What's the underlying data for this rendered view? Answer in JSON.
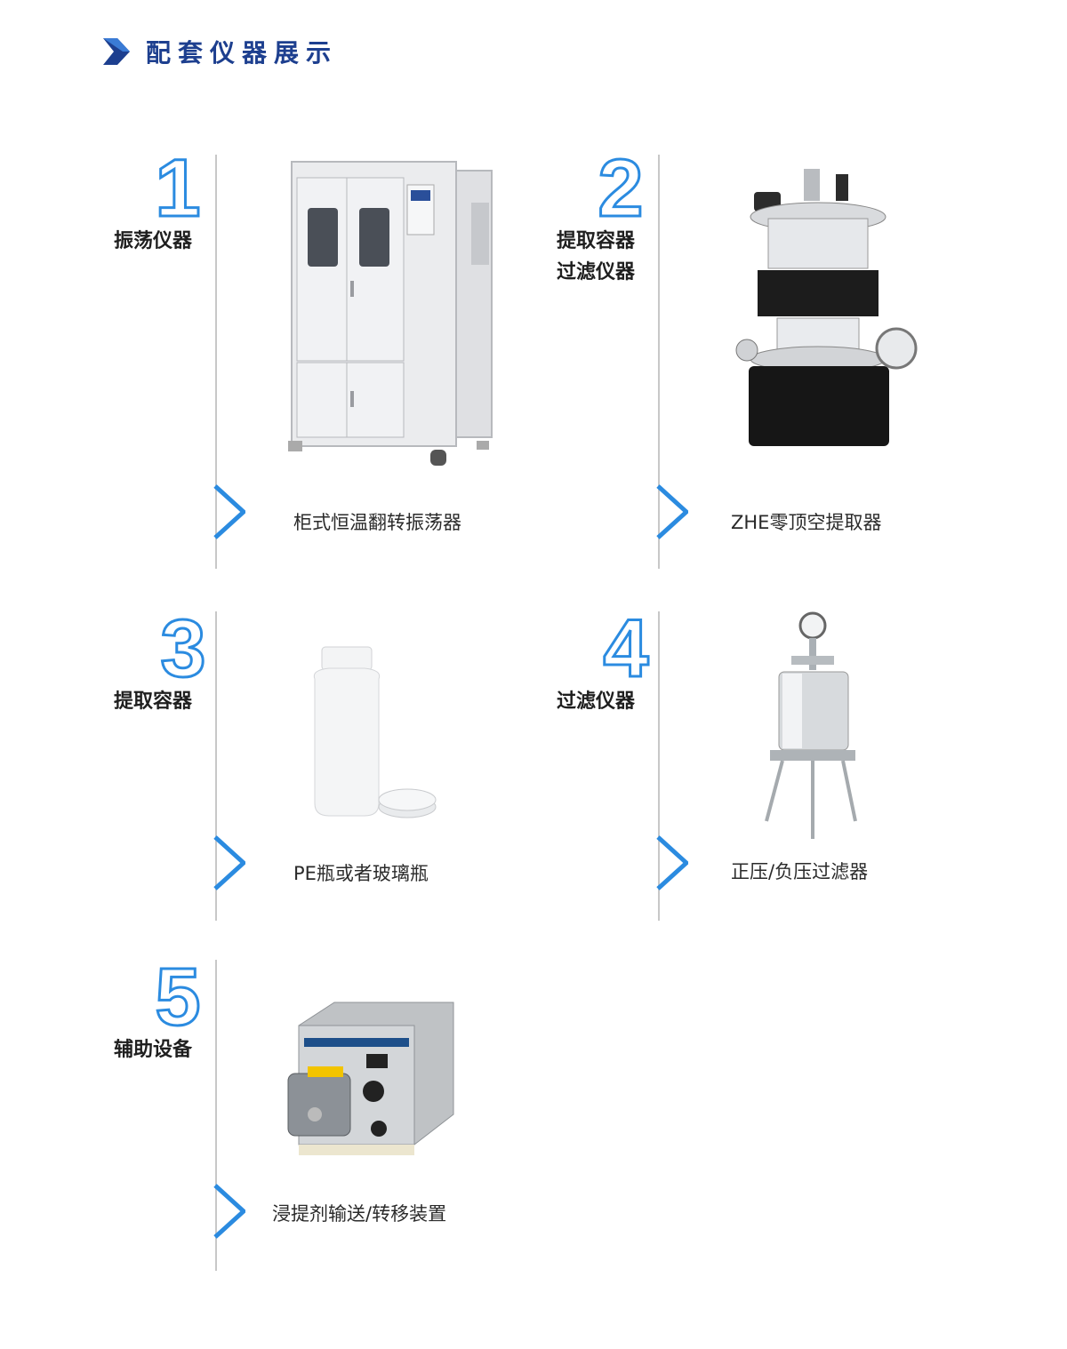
{
  "header": {
    "title": "配套仪器展示"
  },
  "colors": {
    "accent": "#2b8be0",
    "title": "#1d3f8f",
    "line": "#c8c8c8"
  },
  "items": [
    {
      "num": "1",
      "category": [
        "振荡仪器"
      ],
      "caption": "柜式恒温翻转振荡器",
      "icon": "cabinet-shaker-icon"
    },
    {
      "num": "2",
      "category": [
        "提取容器",
        "过滤仪器"
      ],
      "caption": "ZHE零顶空提取器",
      "icon": "zhe-extractor-icon"
    },
    {
      "num": "3",
      "category": [
        "提取容器"
      ],
      "caption": "PE瓶或者玻璃瓶",
      "icon": "bottle-icon"
    },
    {
      "num": "4",
      "category": [
        "过滤仪器"
      ],
      "caption": "正压/负压过滤器",
      "icon": "pressure-filter-icon"
    },
    {
      "num": "5",
      "category": [
        "辅助设备"
      ],
      "caption": "浸提剂输送/转移装置",
      "icon": "peristaltic-pump-icon"
    }
  ]
}
